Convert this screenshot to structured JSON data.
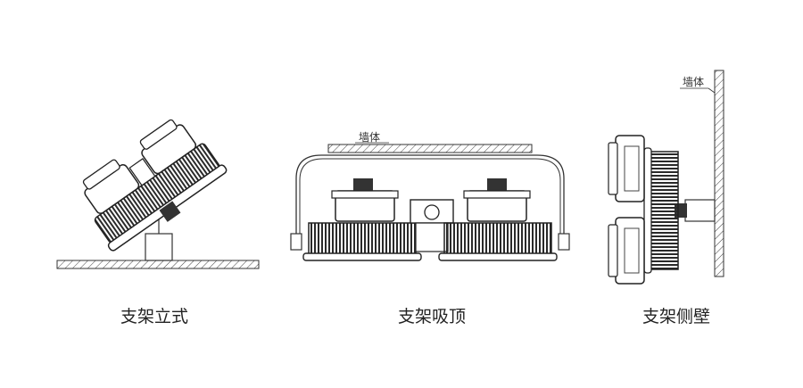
{
  "panels": [
    {
      "caption": "支架立式"
    },
    {
      "caption": "支架吸顶",
      "wall_label": "墙体"
    },
    {
      "caption": "支架侧壁",
      "wall_label": "墙体"
    }
  ]
}
